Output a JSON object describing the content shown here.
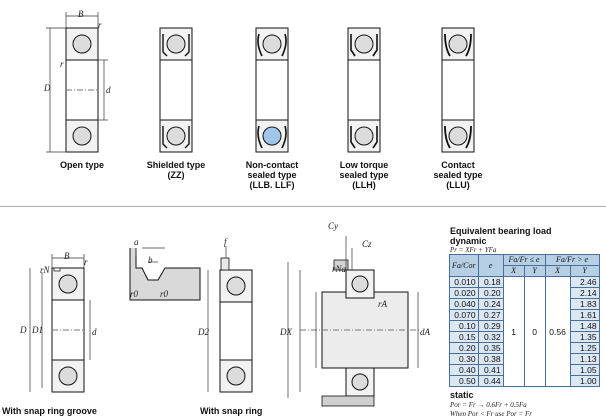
{
  "types": [
    {
      "id": "open",
      "label": "Open type"
    },
    {
      "id": "shielded",
      "label": "Shielded type\n(ZZ)"
    },
    {
      "id": "noncontact",
      "label": "Non-contact\nsealed type\n(LLB. LLF)"
    },
    {
      "id": "lowtorque",
      "label": "Low torque\nsealed type\n(LLH)"
    },
    {
      "id": "contact",
      "label": "Contact\nsealed type\n(LLU)"
    }
  ],
  "symbols": {
    "B": "B",
    "r": "r",
    "D": "D",
    "d": "d",
    "rN": "rN",
    "D1": "D1",
    "a": "a",
    "b": "b",
    "r0": "r0",
    "f": "f",
    "D2": "D2",
    "Cy": "Cy",
    "Cz": "Cz",
    "DX": "DX",
    "ra": "rA",
    "da": "dA",
    "rNa": "rNa"
  },
  "captions": {
    "snap_groove": "With snap ring groove",
    "snap_ring": "With snap ring"
  },
  "equivalent": {
    "title": "Equivalent bearing load",
    "subtitle": "dynamic",
    "formula": "Pr = XFr + YFa",
    "head": {
      "fa_cor": "Fa/Cor",
      "e": "e",
      "le": "Fa/Fr ≤ e",
      "gt": "Fa/Fr > e",
      "X": "X",
      "Y": "Y"
    },
    "rows": [
      {
        "ratio": "0.010",
        "e": "0.18",
        "Y2": "2.46"
      },
      {
        "ratio": "0.020",
        "e": "0.20",
        "Y2": "2.14"
      },
      {
        "ratio": "0.040",
        "e": "0.24",
        "Y2": "1.83"
      },
      {
        "ratio": "0.070",
        "e": "0.27",
        "Y2": "1.61"
      },
      {
        "ratio": "0.10",
        "e": "0.29",
        "Y2": "1.48"
      },
      {
        "ratio": "0.15",
        "e": "0.32",
        "Y2": "1.35"
      },
      {
        "ratio": "0.20",
        "e": "0.35",
        "Y2": "1.25"
      },
      {
        "ratio": "0.30",
        "e": "0.38",
        "Y2": "1.13"
      },
      {
        "ratio": "0.40",
        "e": "0.41",
        "Y2": "1.05"
      },
      {
        "ratio": "0.50",
        "e": "0.44",
        "Y2": "1.00"
      }
    ],
    "X1": "1",
    "Y1": "0",
    "X2": "0.56",
    "static_title": "static",
    "static_formula": "Por = Fr → 0.6Fr + 0.5Fa",
    "static_note": "When Por < Fr use Por = Fr"
  }
}
